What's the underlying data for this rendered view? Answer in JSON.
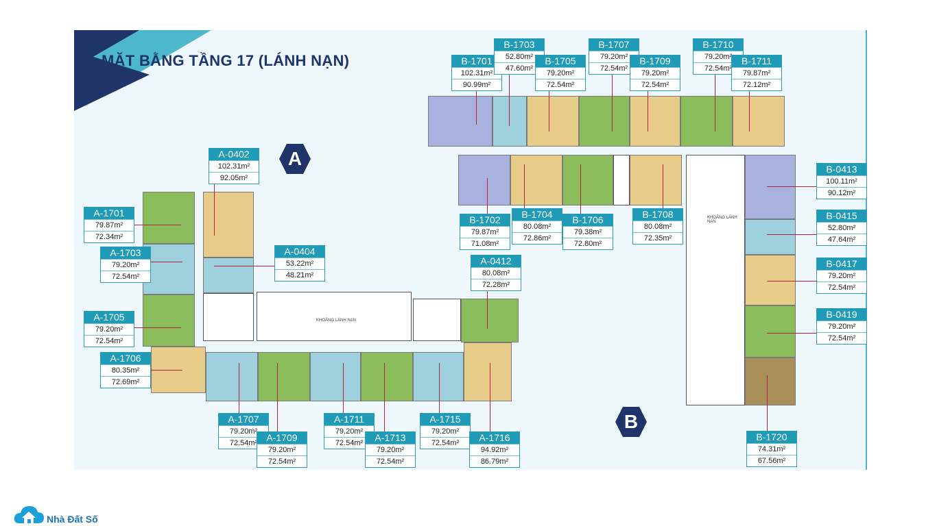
{
  "title": "MẶT BẰNG TẦNG 17 (LÁNH NẠN)",
  "tower_a": "A",
  "tower_b": "B",
  "refuge_label": "KHOẢNG LÁNH NẠN",
  "logo_text": "Nhà Đất Số",
  "colors": {
    "green": "#8cbd5c",
    "yellow": "#e8cc8a",
    "blue": "#9fd0de",
    "purple": "#a9b2de",
    "brown": "#a88e58",
    "label": "#1f9bb7",
    "navy": "#1f3468"
  },
  "units": [
    {
      "code": "A-0402",
      "area1": "102.31m²",
      "area2": "92.05m²"
    },
    {
      "code": "A-1701",
      "area1": "79.87m²",
      "area2": "72.34m²"
    },
    {
      "code": "A-1703",
      "area1": "79.20m²",
      "area2": "72.54m²"
    },
    {
      "code": "A-0404",
      "area1": "53.22m²",
      "area2": "48.21m²"
    },
    {
      "code": "A-1705",
      "area1": "79.20m²",
      "area2": "72.54m²"
    },
    {
      "code": "A-1706",
      "area1": "80.35m²",
      "area2": "72.69m²"
    },
    {
      "code": "A-0412",
      "area1": "80.08m²",
      "area2": "72.28m²"
    },
    {
      "code": "A-1707",
      "area1": "79.20m²",
      "area2": "72.54m²"
    },
    {
      "code": "A-1709",
      "area1": "79.20m²",
      "area2": "72.54m²"
    },
    {
      "code": "A-1711",
      "area1": "79.20m²",
      "area2": "72.54m²"
    },
    {
      "code": "A-1713",
      "area1": "79.20m²",
      "area2": "72.54m²"
    },
    {
      "code": "A-1715",
      "area1": "79.20m²",
      "area2": "72.54m²"
    },
    {
      "code": "A-1716",
      "area1": "94.92m²",
      "area2": "86.79m²"
    },
    {
      "code": "B-1701",
      "area1": "102.31m²",
      "area2": "90.99m²"
    },
    {
      "code": "B-1703",
      "area1": "52.80m²",
      "area2": "47.60m²"
    },
    {
      "code": "B-1705",
      "area1": "79.20m²",
      "area2": "72.54m²"
    },
    {
      "code": "B-1707",
      "area1": "79.20m²",
      "area2": "72.54m²"
    },
    {
      "code": "B-1709",
      "area1": "79.20m²",
      "area2": "72.54m²"
    },
    {
      "code": "B-1710",
      "area1": "79.20m²",
      "area2": "72.54m²"
    },
    {
      "code": "B-1711",
      "area1": "79.87m²",
      "area2": "72.12m²"
    },
    {
      "code": "B-1702",
      "area1": "79.87m²",
      "area2": "71.08m²"
    },
    {
      "code": "B-1704",
      "area1": "80.08m²",
      "area2": "72.86m²"
    },
    {
      "code": "B-1706",
      "area1": "79.38m²",
      "area2": "72.80m²"
    },
    {
      "code": "B-1708",
      "area1": "80.08m²",
      "area2": "72.35m²"
    },
    {
      "code": "B-0413",
      "area1": "100.11m²",
      "area2": "90.12m²"
    },
    {
      "code": "B-0415",
      "area1": "52.80m²",
      "area2": "47.64m²"
    },
    {
      "code": "B-0417",
      "area1": "79.20m²",
      "area2": "72.54m²"
    },
    {
      "code": "B-0419",
      "area1": "79.20m²",
      "area2": "72.54m²"
    },
    {
      "code": "B-1720",
      "area1": "74.31m²",
      "area2": "67.56m²"
    }
  ]
}
